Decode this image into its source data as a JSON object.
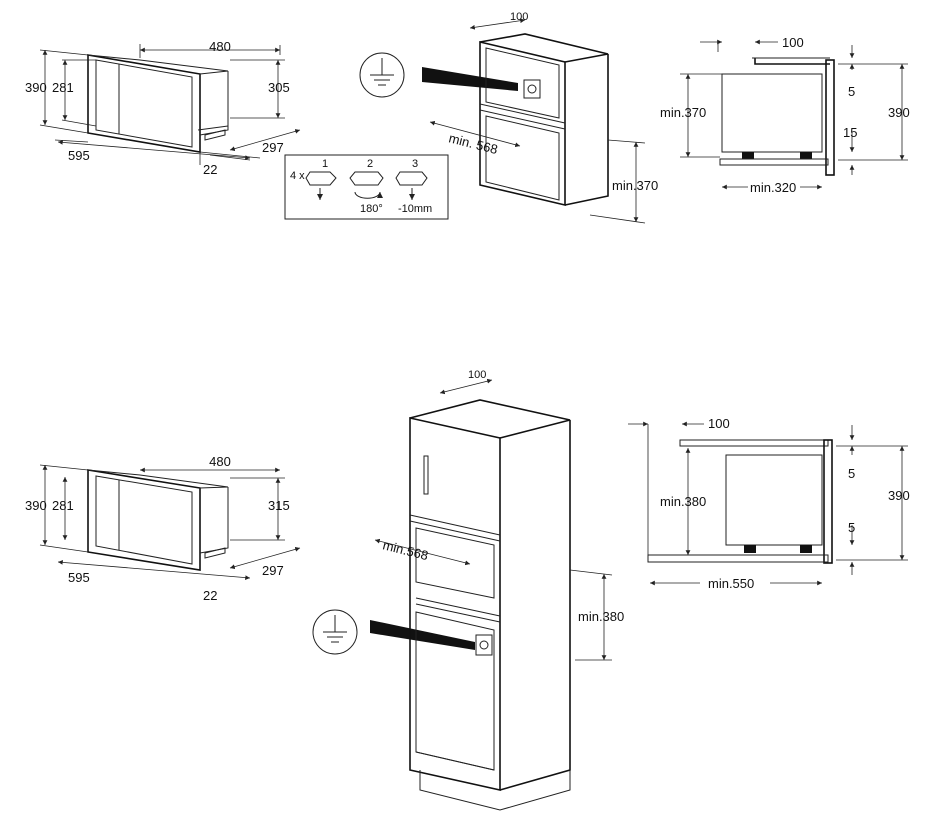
{
  "diagram_1": {
    "oven": {
      "w": "480",
      "h_total": "390",
      "h_inner": "281",
      "d_body": "305",
      "w_front": "595",
      "depth": "297",
      "lip": "22"
    },
    "install": {
      "gap_top": "100",
      "cab_width": "min. 568",
      "cab_height": "min.370"
    },
    "side": {
      "gap_top": "100",
      "min_h": "min.370",
      "h_total": "390",
      "d_top": "5",
      "d_bottom": "15",
      "min_depth": "min.320"
    },
    "steps": {
      "count": "4 x",
      "s1": "1",
      "s2": "2",
      "s3": "3",
      "rot": "180°",
      "down": "-10mm"
    }
  },
  "diagram_2": {
    "oven": {
      "w": "480",
      "h_total": "390",
      "h_inner": "281",
      "d_body": "315",
      "w_front": "595",
      "depth": "297",
      "lip": "22"
    },
    "install": {
      "gap_top": "100",
      "cab_width": "min.568",
      "cab_height": "min.380"
    },
    "side": {
      "gap_top": "100",
      "min_h": "min.380",
      "h_total": "390",
      "d_top": "5",
      "d_bottom": "5",
      "min_depth": "min.550"
    }
  }
}
